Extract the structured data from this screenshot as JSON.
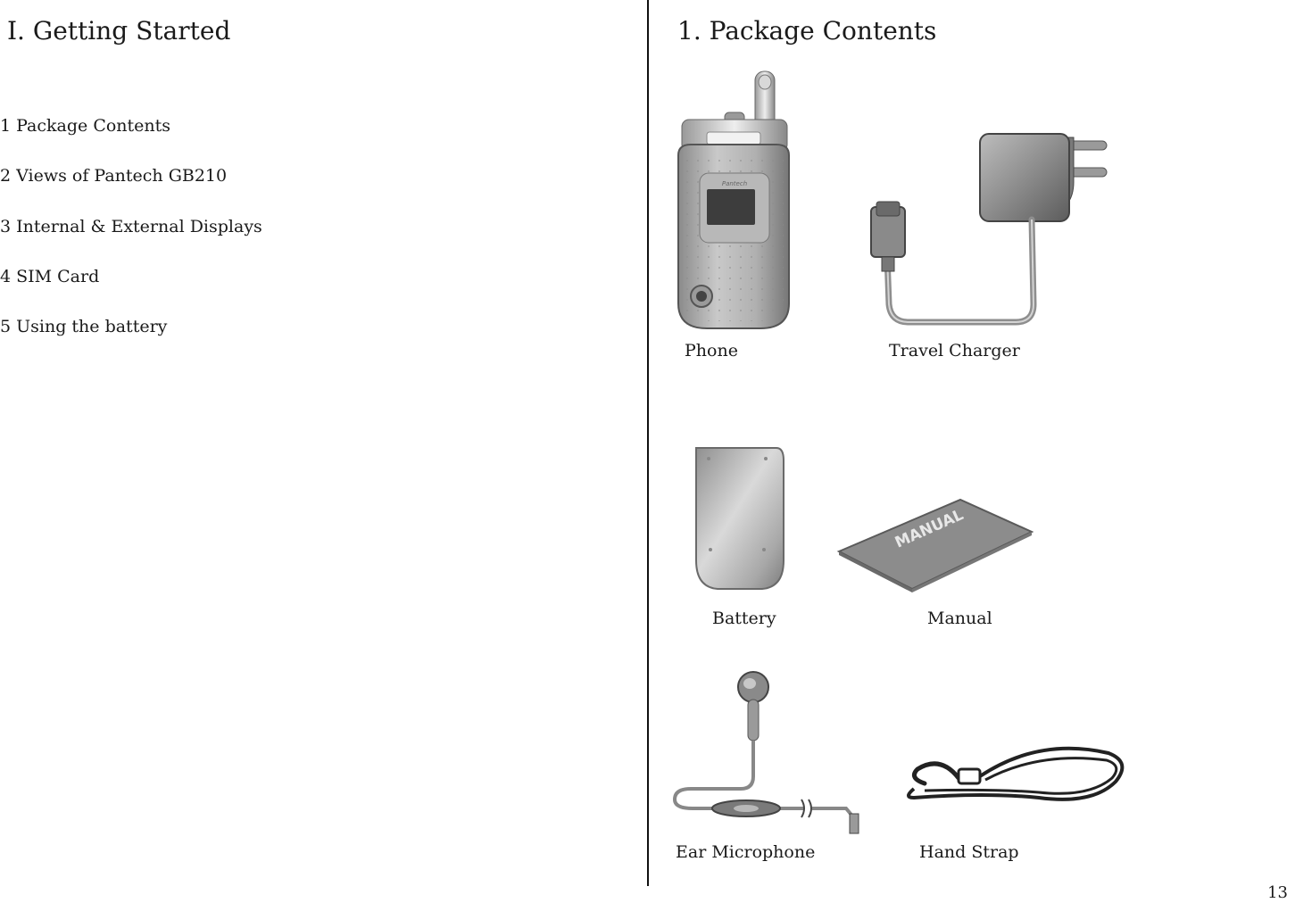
{
  "left_page": {
    "title": "Ⅰ. Getting Started",
    "toc": [
      "1 Package Contents",
      "2 Views of Pantech GB210",
      "3 Internal & External Displays",
      "4 SIM Card",
      "5 Using the battery"
    ]
  },
  "right_page": {
    "title": "1. Package Contents",
    "items": {
      "phone": {
        "caption": "Phone",
        "brand": "Pantech"
      },
      "charger": {
        "caption": "Travel Charger"
      },
      "battery": {
        "caption": "Battery"
      },
      "manual": {
        "caption": "Manual",
        "label": "MANUAL"
      },
      "ear_microphone": {
        "caption": "Ear Microphone"
      },
      "hand_strap": {
        "caption": "Hand Strap"
      }
    },
    "page_number": "13"
  }
}
